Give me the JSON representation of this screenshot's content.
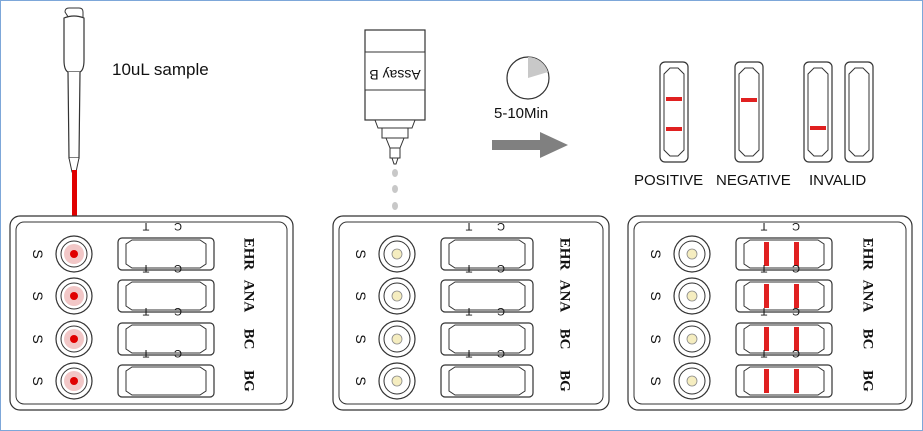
{
  "step1": {
    "volume_label": "10uL  sample"
  },
  "step2": {
    "bottle_label": "Assay B"
  },
  "step3": {
    "time_label": "5-10Min"
  },
  "results": {
    "positive": "POSITIVE",
    "negative": "NEGATIVE",
    "invalid": "INVALID"
  },
  "cassette": {
    "sample_port_label": "S",
    "control_mark": "C",
    "test_mark": "T",
    "rows": [
      "EHR",
      "ANA",
      "BC",
      "BG"
    ]
  },
  "colors": {
    "sample": "#e00000",
    "line": "#e02020",
    "buffer": "#f5edc0",
    "arrow": "#808080",
    "frame": "#7da7d9"
  }
}
